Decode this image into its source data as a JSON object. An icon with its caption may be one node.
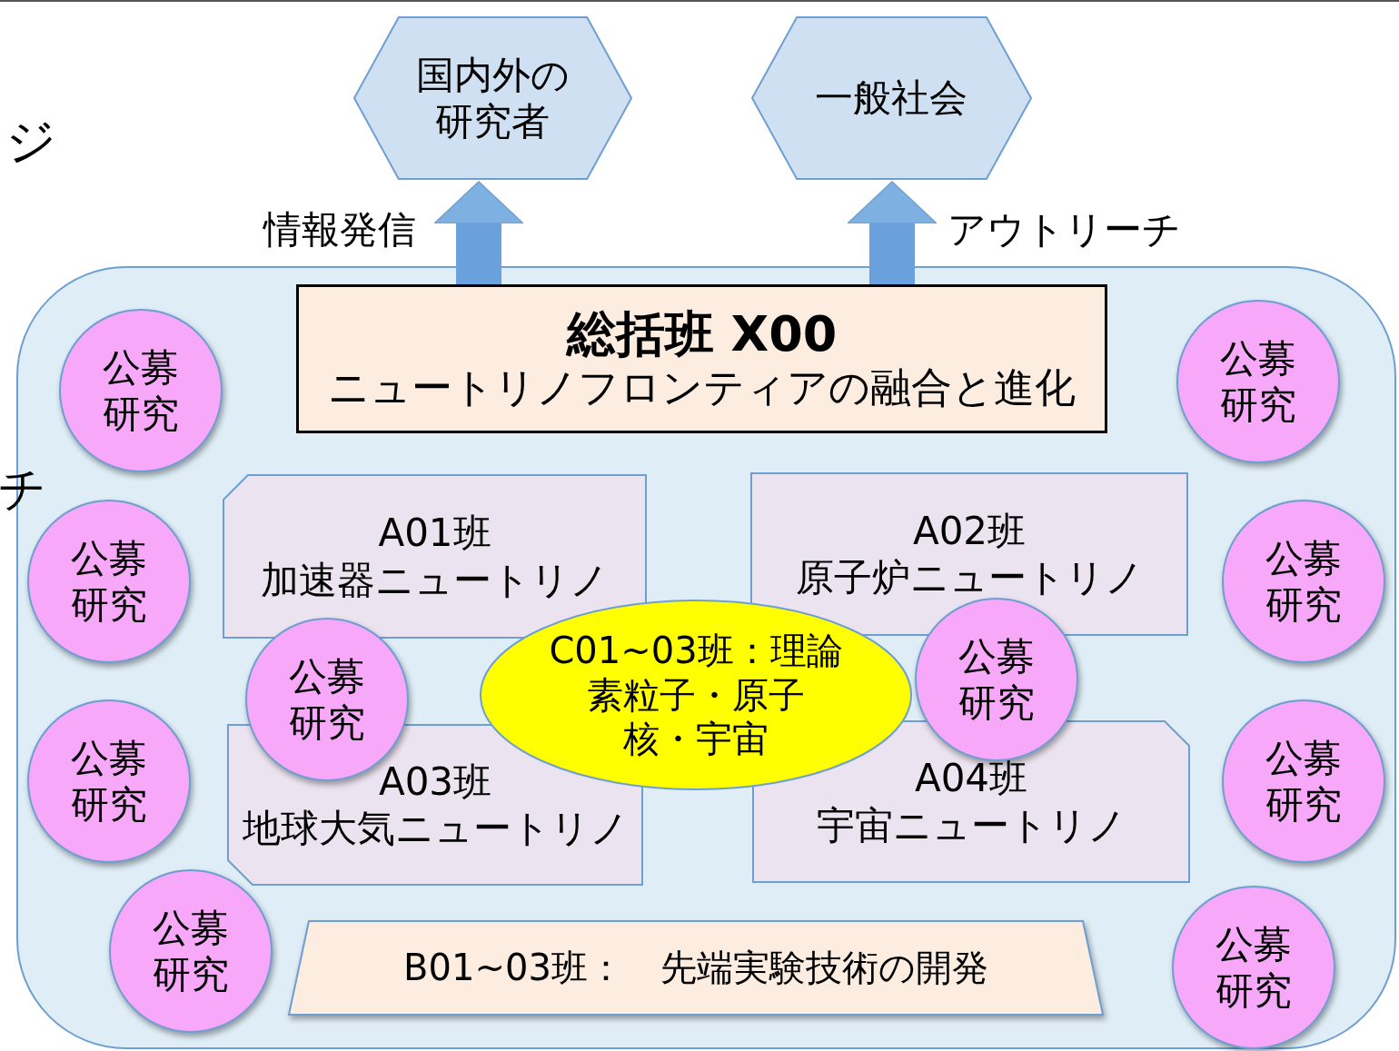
{
  "diagram": {
    "nodes": [
      {
        "text": [
          "国内外の研究者"
        ]
      },
      {
        "text": [
          "一般社会"
        ]
      },
      {
        "text": [],
        "shape": "box"
      },
      {
        "text": [
          "総括班 X00",
          "ニュートリノフロンティアの融合と進化"
        ],
        "in": 2
      },
      {
        "text": [
          "公募研究"
        ],
        "in": 2
      },
      {
        "text": [
          "公募研究"
        ],
        "in": 2
      },
      {
        "text": [
          "A01班",
          "加速器ニュートリノ"
        ],
        "in": 2
      },
      {
        "text": [
          "A02班",
          "原子炉ニュートリノ"
        ],
        "in": 2
      },
      {
        "text": [
          "公募研究"
        ],
        "in": 2
      },
      {
        "text": [
          "公募研究"
        ],
        "in": 2
      },
      {
        "text": [
          "公募研究"
        ],
        "in": 2
      },
      {
        "text": [
          "C01~03班：理論",
          "素粒子・原子核・宇宙"
        ],
        "in": 2
      },
      {
        "text": [
          "公募研究"
        ],
        "in": 2
      },
      {
        "text": [
          "A03班",
          "地球大気ニュートリノ"
        ],
        "in": 2
      },
      {
        "text": [
          "A04班",
          "宇宙ニュートリノ"
        ],
        "in": 2
      },
      {
        "text": [
          "公募研究"
        ],
        "in": 2
      },
      {
        "text": [
          "公募研究"
        ],
        "in": 2
      },
      {
        "text": [
          "公募研究"
        ],
        "in": 2
      },
      {
        "text": [
          "B01~03班：　先端実験技術の開発"
        ],
        "in": 2
      },
      {
        "text": [
          "公募研究"
        ],
        "in": 2
      }
    ],
    "edges": [
      {
        "from": 3,
        "to": 0,
        "arrow": "to",
        "label": "情報発信"
      },
      {
        "from": 3,
        "to": 1,
        "arrow": "to",
        "label": "アウトリーチ"
      }
    ],
    "labels": [
      "ジ",
      "チ"
    ]
  }
}
